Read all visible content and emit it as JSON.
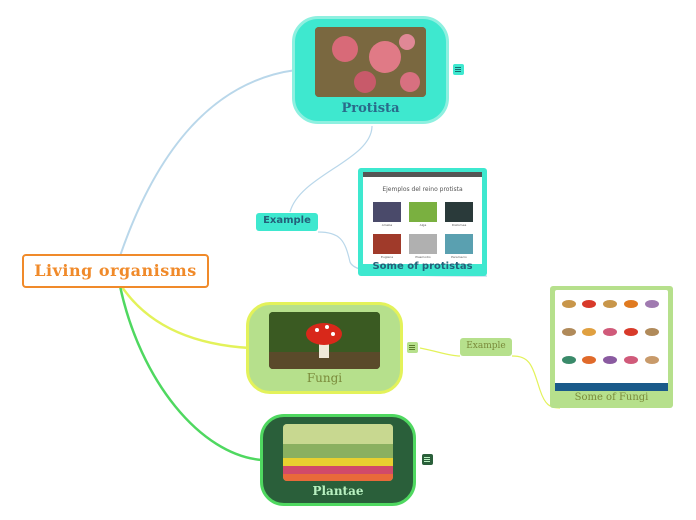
{
  "root": {
    "label": "Living organisms",
    "color": "#f08a2a"
  },
  "protista": {
    "label": "Protista",
    "color": "#3ee8cf"
  },
  "protista_example": {
    "label": "Example"
  },
  "protistas_card": {
    "label": "Some of protistas",
    "image_title": "Ejemplos del reino protista",
    "image_captions": [
      "Ameba",
      "Alga",
      "Diatomea",
      "Euglena",
      "Plasmodio",
      "Paramecio"
    ]
  },
  "fungi": {
    "label": "Fungi",
    "color": "#b6e08c"
  },
  "fungi_example": {
    "label": "Example"
  },
  "fungi_card": {
    "label": "Some of Fungi"
  },
  "plantae": {
    "label": "Plantae",
    "color": "#2a5f3a"
  }
}
